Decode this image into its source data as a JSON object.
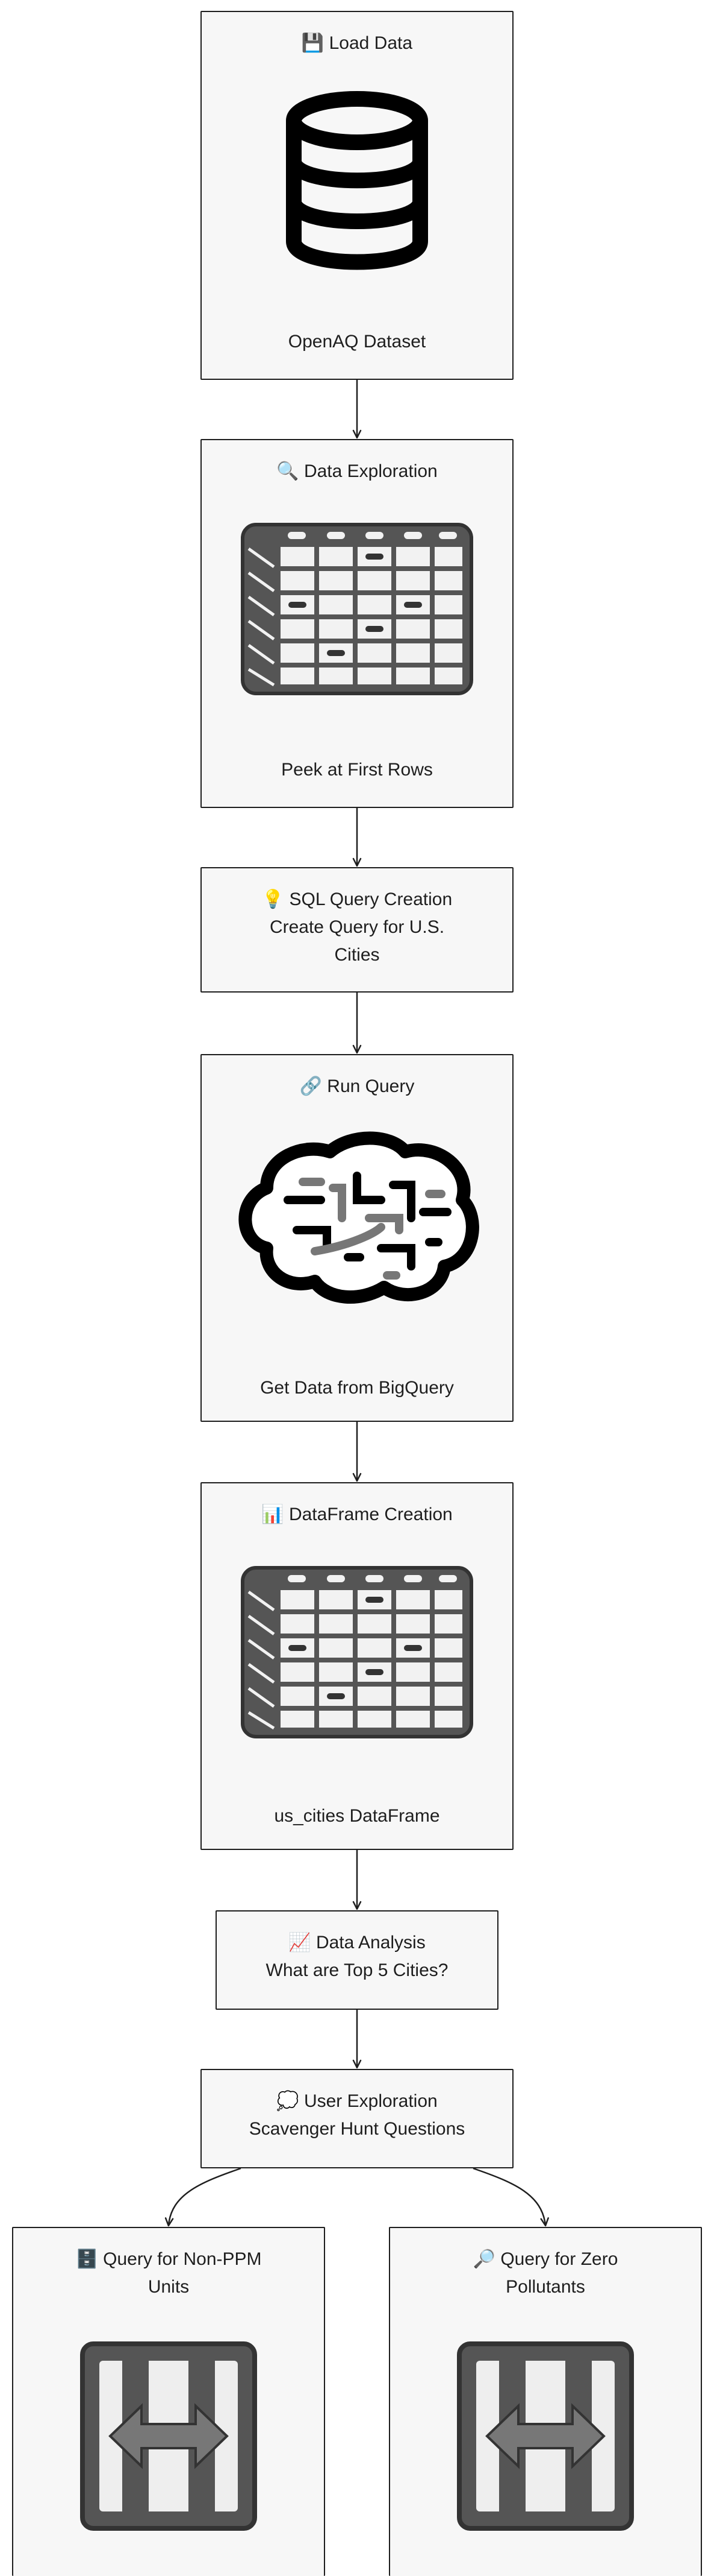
{
  "nodes": {
    "load_data": {
      "title": "💾 Load Data",
      "caption": "OpenAQ Dataset"
    },
    "data_exploration": {
      "title": "🔍 Data Exploration",
      "caption": "Peek at First Rows"
    },
    "sql_query": {
      "title": "💡 SQL Query Creation",
      "line2": "Create Query for U.S.",
      "line3": "Cities"
    },
    "run_query": {
      "title": "🔗 Run Query",
      "caption": "Get Data from BigQuery"
    },
    "dataframe": {
      "title": "📊 DataFrame Creation",
      "caption": "us_cities DataFrame"
    },
    "data_analysis": {
      "title": "📈 Data Analysis",
      "line2": "What are Top 5 Cities?"
    },
    "user_exploration": {
      "title": "💭 User Exploration",
      "line2": "Scavenger Hunt Questions"
    },
    "query_non_ppm": {
      "title": "🗄️ Query for Non-PPM",
      "line2": "Units"
    },
    "query_zero": {
      "title": "🔎 Query for Zero",
      "line2": "Pollutants"
    }
  },
  "icons": {
    "load_data": "database-icon",
    "data_exploration": "table-grid-icon",
    "run_query": "brain-icon",
    "dataframe": "table-grid-icon",
    "query_non_ppm": "swap-arrows-icon",
    "query_zero": "swap-arrows-icon"
  },
  "colors": {
    "stroke": "#1e1e1e",
    "fill": "#f7f7f7"
  }
}
